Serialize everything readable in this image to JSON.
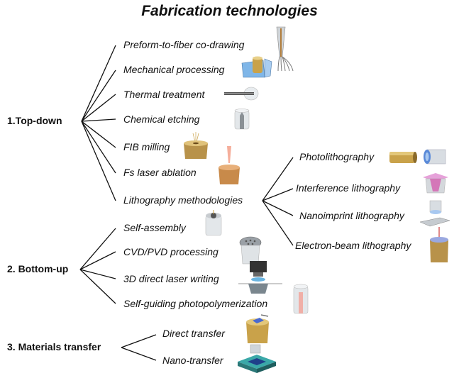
{
  "title": "Fabrication technologies",
  "categories": [
    {
      "label": "1.Top-down",
      "items": [
        "Preform-to-fiber co-drawing",
        "Mechanical processing",
        "Thermal treatment",
        "Chemical etching",
        "FIB milling",
        "Fs laser ablation",
        "Lithography methodologies"
      ]
    },
    {
      "label": "2. Bottom-up",
      "items": [
        "Self-assembly",
        "CVD/PVD processing",
        "3D direct laser writing",
        "Self-guiding photopolymerization"
      ]
    },
    {
      "label": "3. Materials transfer",
      "items": [
        "Direct transfer",
        "Nano-transfer"
      ]
    }
  ],
  "lithography": [
    "Photolithography",
    "Interference lithography",
    "Nanoimprint lithography",
    "Electron-beam lithography"
  ],
  "icons": [
    "fiber-drawing-icon",
    "polishing-icon",
    "thermal-fiber-icon",
    "etched-fiber-icon",
    "fib-milling-icon",
    "laser-ablation-icon",
    "photolithography-icon",
    "mask-lens-icon",
    "interference-icon",
    "nanoimprint-icon",
    "ebeam-icon",
    "self-assembly-icon",
    "cvd-pvd-icon",
    "laser-writing-icon",
    "photopolymer-icon",
    "direct-transfer-icon",
    "nano-transfer-icon"
  ],
  "colors": {
    "gold": "#c9a24a",
    "fiber": "#dfe3e6",
    "laser": "#e8664f",
    "pink": "#d44fa8",
    "teal": "#3aa8a8",
    "blue": "#4a78d0"
  }
}
